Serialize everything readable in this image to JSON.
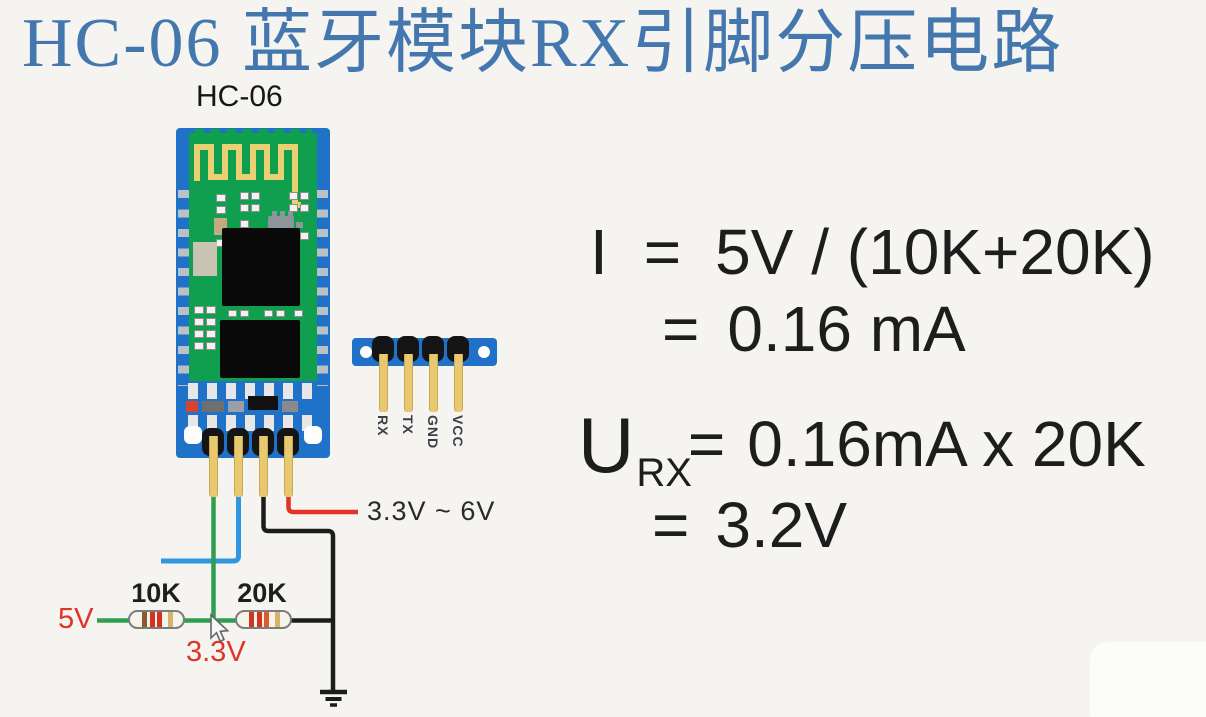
{
  "title": "HC-06 蓝牙模块RX引脚分压电路",
  "module": {
    "label": "HC-06",
    "pins": [
      "RX",
      "TX",
      "GND",
      "VCC"
    ]
  },
  "formulas": {
    "current": {
      "lhs": "I",
      "eq1": "=",
      "expr": "5V / (10K+20K)",
      "eq2": "=",
      "result": "0.16 mA"
    },
    "voltage": {
      "lhs": "U",
      "sub": "RX",
      "eq1": "=",
      "expr": "0.16mA x 20K",
      "eq2": "=",
      "result": "3.2V"
    }
  },
  "circuit": {
    "supply": "5V",
    "r1": "10K",
    "r2": "20K",
    "node": "3.3V",
    "vcc_range": "3.3V ~ 6V"
  },
  "colors": {
    "title_blue": "#4377ad",
    "pcb_blue": "#2071c8",
    "board_green": "#0f9f4e",
    "wire_green": "#2f9e4f",
    "wire_blue": "#2e97e0",
    "wire_red": "#e33324",
    "wire_black": "#1c1c1c",
    "label_red": "#e03426"
  }
}
